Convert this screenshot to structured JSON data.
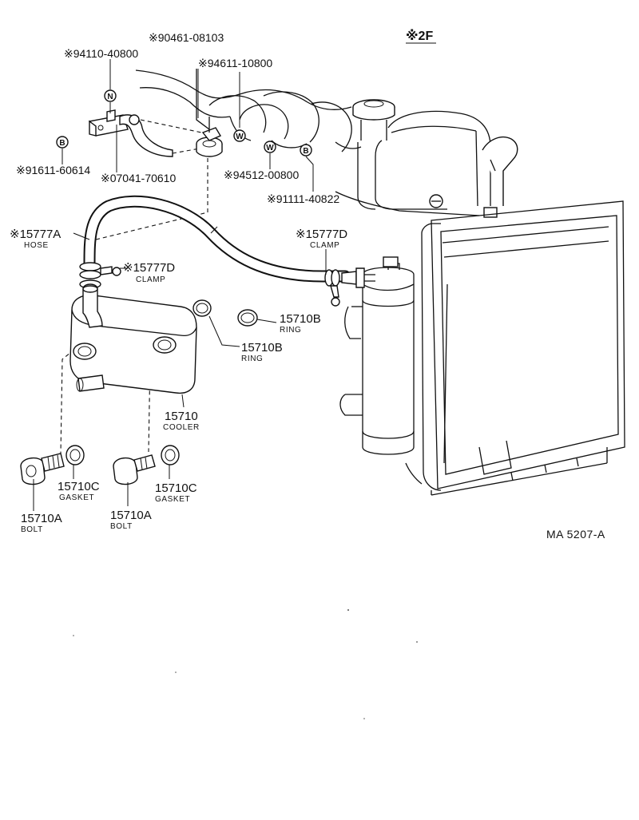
{
  "diagram": {
    "model_label": "※2F",
    "drawing_code": "MA  5207-A",
    "callouts": {
      "p90461": "※90461-08103",
      "p94110": "※94110-40800",
      "p94611": "※94611-10800",
      "p91611": "※91611-60614",
      "p07041": "※07041-70610",
      "p94512": "※94512-00800",
      "p91111": "※91111-40822",
      "hose_a": {
        "number": "※15777A",
        "name": "HOSE"
      },
      "clamp_left": {
        "number": "※15777D",
        "name": "CLAMP"
      },
      "clamp_right": {
        "number": "※15777D",
        "name": "CLAMP"
      },
      "ring_right": {
        "number": "15710B",
        "name": "RING"
      },
      "ring_left": {
        "number": "15710B",
        "name": "RING"
      },
      "cooler": {
        "number": "15710",
        "name": "COOLER"
      },
      "gasket_left": {
        "number": "15710C",
        "name": "GASKET"
      },
      "gasket_right": {
        "number": "15710C",
        "name": "GASKET"
      },
      "bolt_left": {
        "number": "15710A",
        "name": "BOLT"
      },
      "bolt_right": {
        "number": "15710A",
        "name": "BOLT"
      }
    },
    "symbols": {
      "n": "N",
      "w1": "W",
      "w2": "W",
      "b1": "B",
      "b2": "B"
    }
  }
}
